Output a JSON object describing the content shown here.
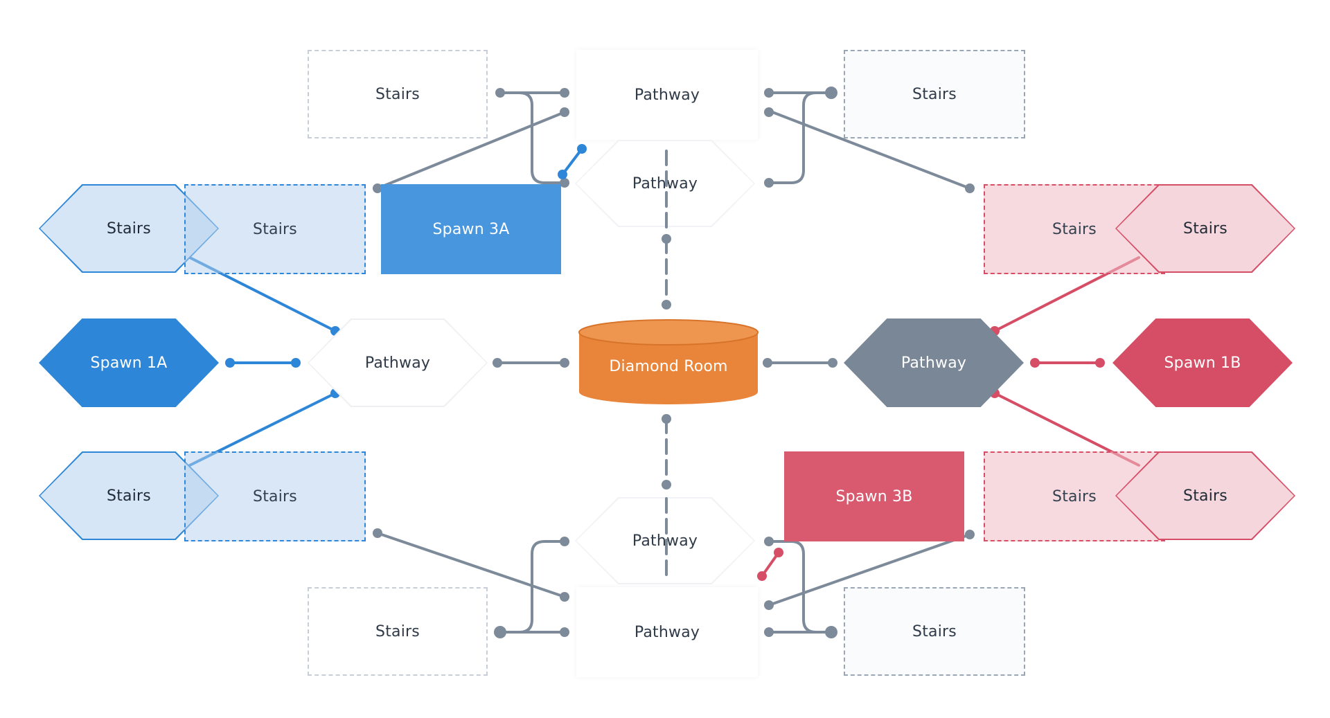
{
  "nodes": {
    "stairs_top_left": "Stairs",
    "pathway_top": "Pathway",
    "stairs_top_right": "Stairs",
    "pathway_upper_mid": "Pathway",
    "stairs_hex_blue_upper": "Stairs",
    "stairs_rect_blue_upper": "Stairs",
    "spawn_3a": "Spawn 3A",
    "stairs_rect_red_upper": "Stairs",
    "stairs_hex_red_upper": "Stairs",
    "spawn_1a": "Spawn 1A",
    "pathway_left": "Pathway",
    "diamond_room": "Diamond Room",
    "pathway_right": "Pathway",
    "spawn_1b": "Spawn 1B",
    "stairs_hex_blue_lower": "Stairs",
    "stairs_rect_blue_lower": "Stairs",
    "spawn_3b": "Spawn 3B",
    "stairs_rect_red_lower": "Stairs",
    "stairs_hex_red_lower": "Stairs",
    "pathway_lower_mid": "Pathway",
    "stairs_bottom_left": "Stairs",
    "pathway_bottom": "Pathway",
    "stairs_bottom_right": "Stairs"
  },
  "colors": {
    "blue": "#2d86d7",
    "blue_fill": "#4796de",
    "red": "#d64e66",
    "red_fill": "#d95a6f",
    "orange": "#e8853a",
    "gray_line": "#7d8a99",
    "gray_fill": "#7a8797"
  }
}
